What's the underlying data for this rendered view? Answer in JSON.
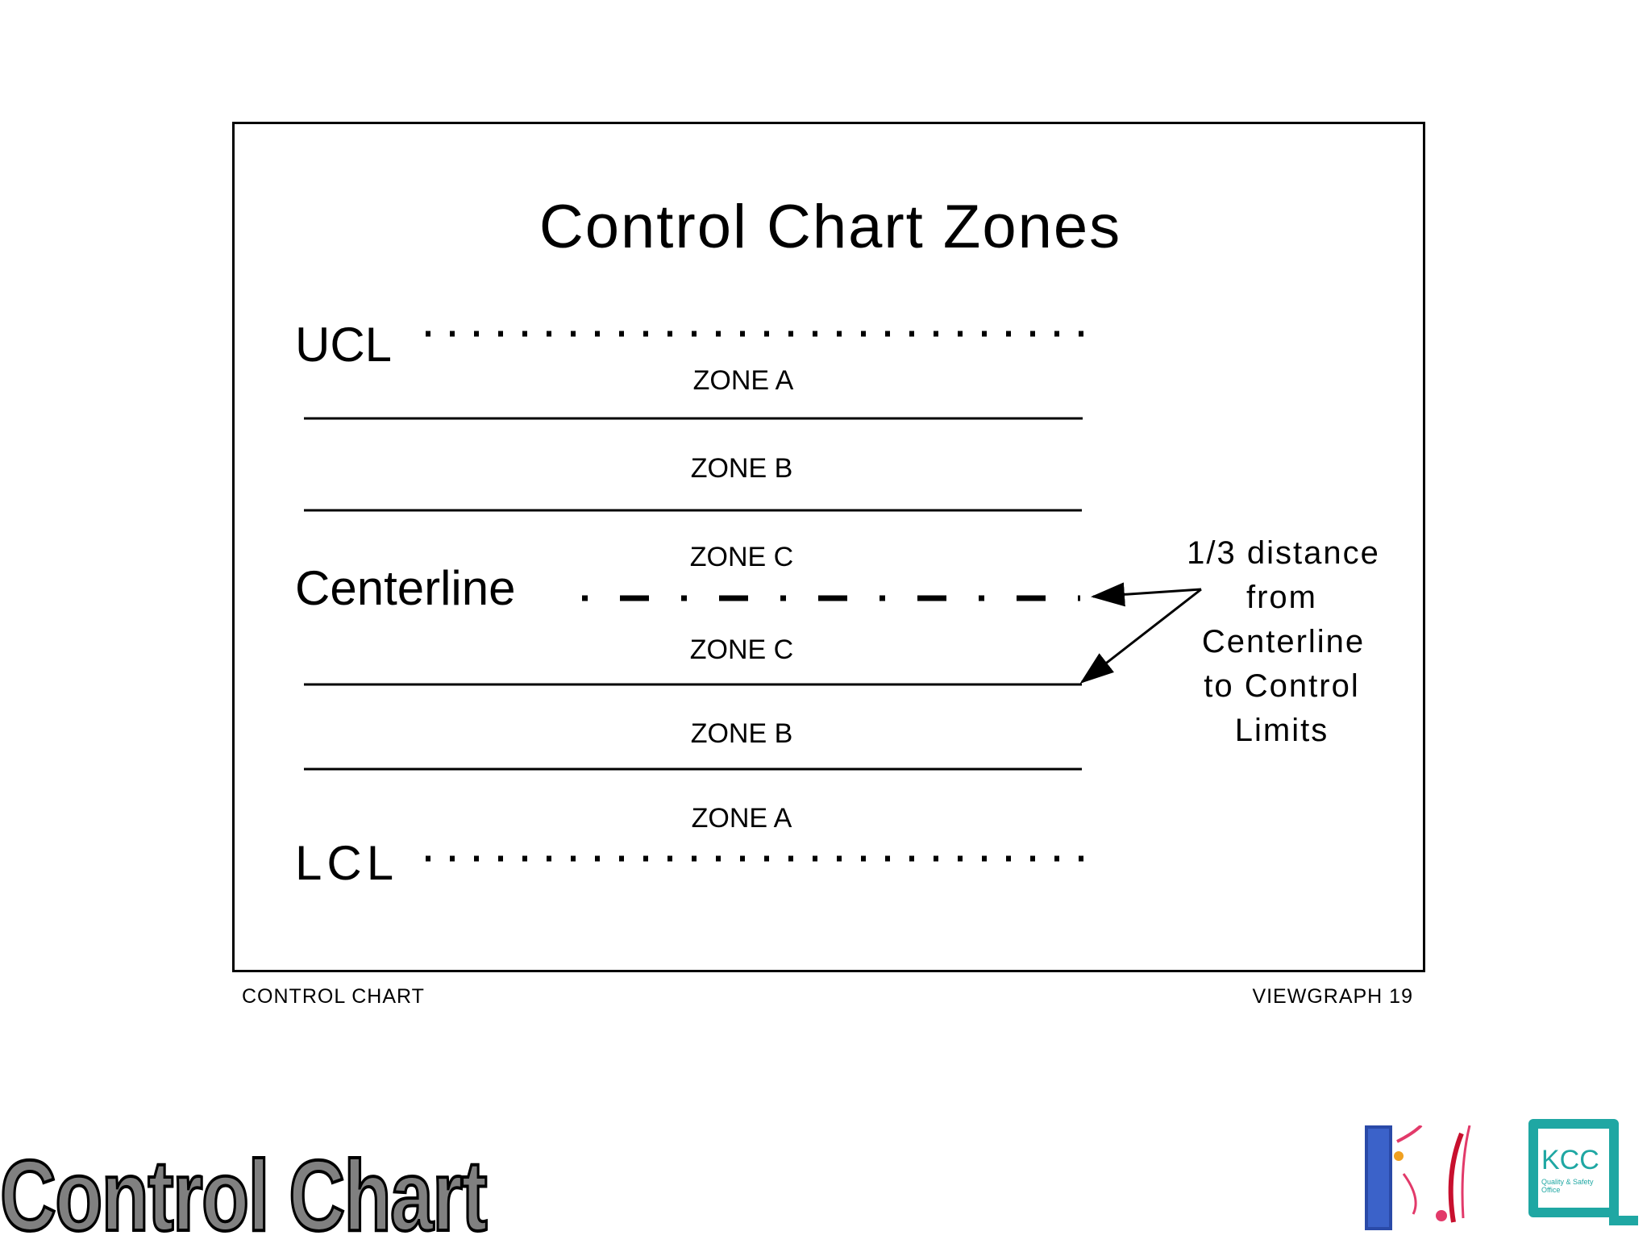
{
  "diagram": {
    "title": "Control Chart Zones",
    "labels": {
      "ucl": "UCL",
      "centerline": "Centerline",
      "lcl": "LCL"
    },
    "zones": {
      "a_top": "ZONE A",
      "b_top": "ZONE B",
      "c_top": "ZONE C",
      "c_bottom": "ZONE C",
      "b_bottom": "ZONE B",
      "a_bottom": "ZONE A"
    },
    "annotation": [
      "1/3 distance",
      "from",
      "Centerline",
      "to Control",
      "Limits"
    ]
  },
  "footer": {
    "left": "CONTROL CHART",
    "right": "VIEWGRAPH 19"
  },
  "slide_title": "Control Chart",
  "logos": {
    "kcc": "KCC",
    "kcc_sub": "Quality & Safety Office",
    "cluster_icon": "kowloon-central-cluster-logo",
    "kcc_icon": "kcc-logo"
  }
}
